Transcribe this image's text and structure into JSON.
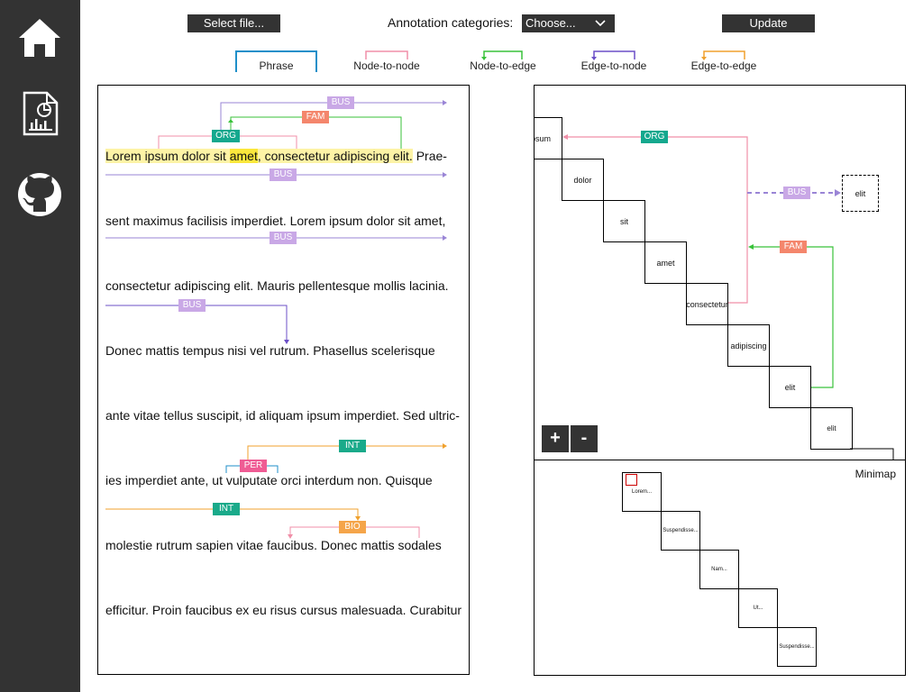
{
  "sidebar": {
    "items": [
      {
        "name": "home-icon"
      },
      {
        "name": "report-icon"
      },
      {
        "name": "github-icon"
      }
    ]
  },
  "toolbar": {
    "select_file_label": "Select file...",
    "categories_label": "Annotation categories:",
    "categories_value": "Choose...",
    "update_label": "Update"
  },
  "legend": {
    "phrase": "Phrase",
    "node_to_node": "Node-to-node",
    "node_to_edge": "Node-to-edge",
    "edge_to_node": "Edge-to-node",
    "edge_to_edge": "Edge-to-edge",
    "colors": {
      "phrase": "#1f8fc9",
      "node_to_node": "#f08fa8",
      "node_to_edge": "#39c23a",
      "edge_to_node": "#6b4fc7",
      "edge_to_edge": "#f0a12e"
    }
  },
  "text": {
    "lines": [
      {
        "pre": "Lorem ipsum dolor sit ",
        "hl": "amet",
        "post_hl": ", consectetur adipiscing elit.",
        "rest": " Prae-"
      },
      {
        "text": "sent maximus facilisis imperdiet. Lorem ipsum dolor sit amet,"
      },
      {
        "text": "consectetur adipiscing elit. Mauris pellentesque mollis lacinia."
      },
      {
        "text": "Donec mattis tempus nisi vel rutrum. Phasellus scelerisque"
      },
      {
        "text": "ante vitae tellus suscipit, id aliquam ipsum imperdiet. Sed ultric-"
      },
      {
        "text": "ies imperdiet ante, ut vulputate orci interdum non. Quisque"
      },
      {
        "text": "molestie rutrum sapien vitae faucibus. Donec mattis sodales"
      },
      {
        "text": "efficitur. Proin faucibus ex eu risus cursus malesuada. Curabitur"
      }
    ],
    "tags": {
      "bus": "BUS",
      "fam": "FAM",
      "org": "ORG",
      "int": "INT",
      "per": "PER",
      "bio": "BIO"
    },
    "tag_colors": {
      "bus": "#c9a8e6",
      "fam": "#f4866c",
      "org": "#14a88e",
      "int": "#1aaa8a",
      "per": "#ef5c94",
      "bio": "#f5a54a"
    }
  },
  "graph": {
    "nodes": [
      "psum",
      "dolor",
      "sit",
      "amet",
      "consectetur",
      "adipiscing",
      "elit",
      "elit"
    ],
    "detached_node": "elit",
    "edge_tags": {
      "org": "ORG",
      "bus": "BUS",
      "fam": "FAM"
    },
    "zoom_in": "+",
    "zoom_out": "-"
  },
  "minimap": {
    "label": "Minimap",
    "nodes": [
      "Lorem...",
      "Suspendisse...",
      "Nam...",
      "Ut...",
      "Suspendisse..."
    ]
  }
}
